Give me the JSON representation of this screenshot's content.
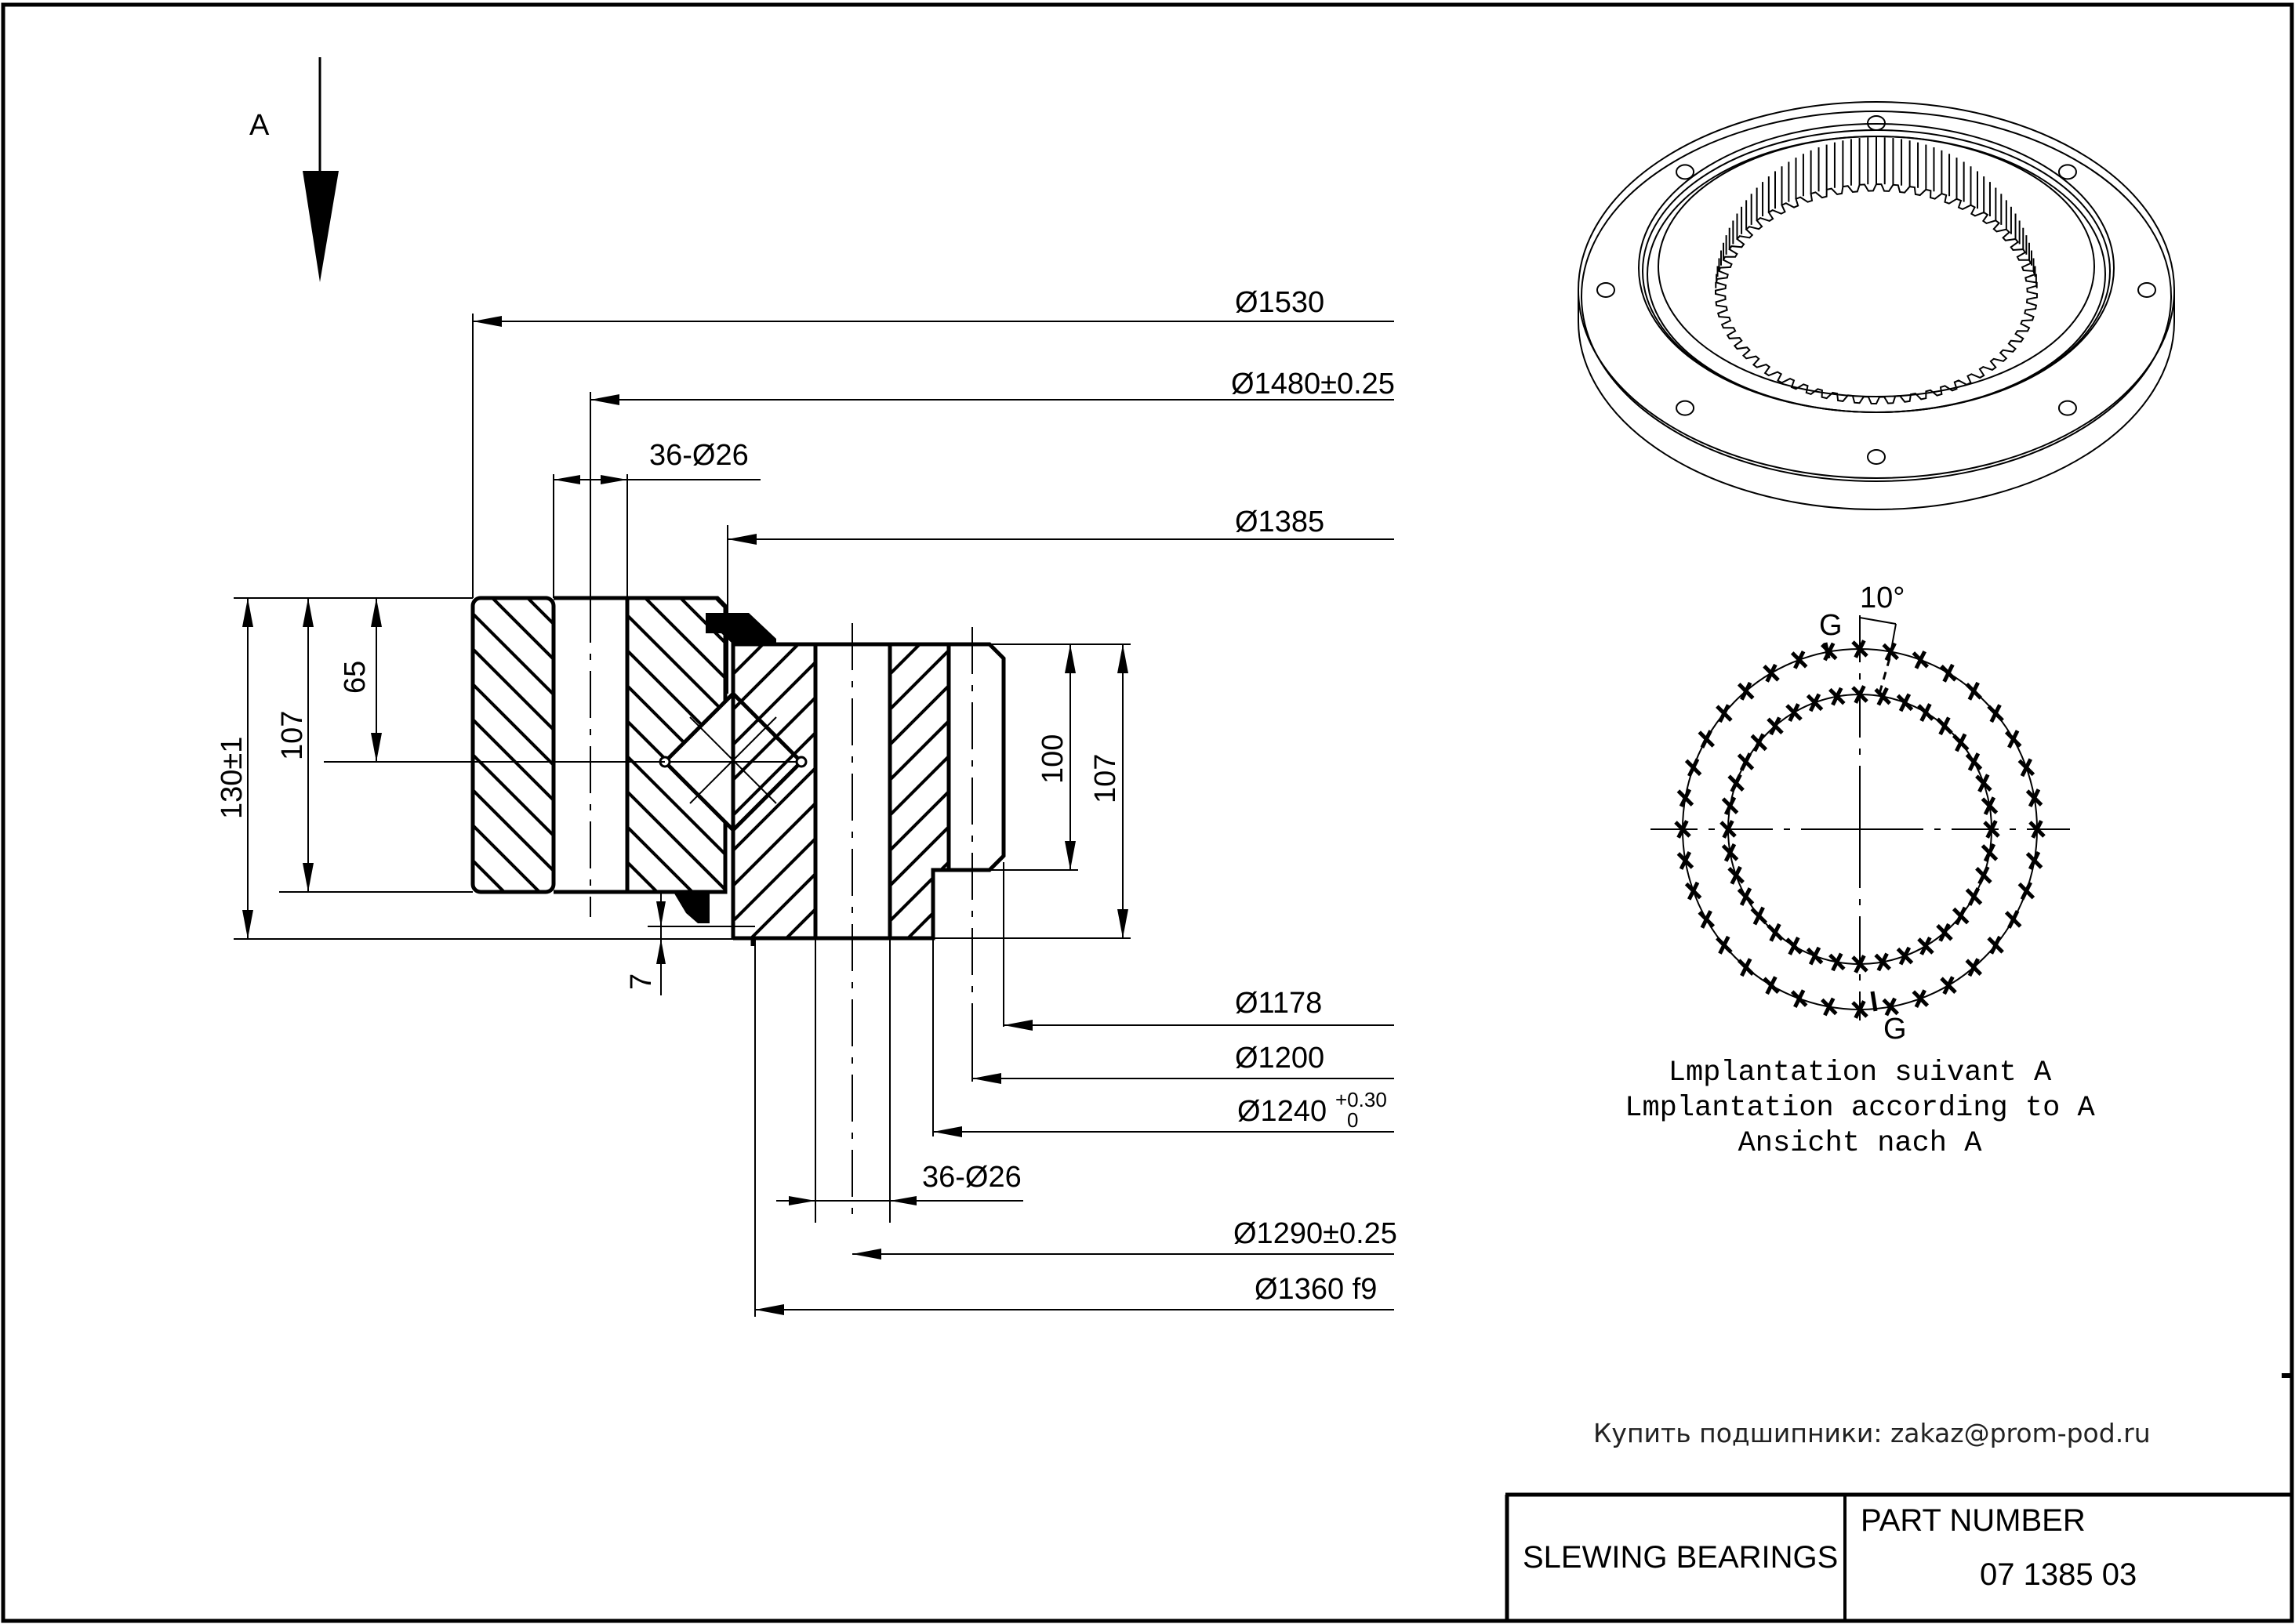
{
  "view_label": "A",
  "dimensions": {
    "top": [
      {
        "id": "d1530",
        "text": "Ø1530"
      },
      {
        "id": "d1480",
        "text": "Ø1480±0.25"
      },
      {
        "id": "holes_outer",
        "text": "36-Ø26"
      },
      {
        "id": "d1385",
        "text": "Ø1385"
      }
    ],
    "bottom": [
      {
        "id": "d1178",
        "text": "Ø1178"
      },
      {
        "id": "d1200",
        "text": "Ø1200"
      },
      {
        "id": "d1240",
        "text": "Ø1240",
        "tol_upper": "+0.30",
        "tol_lower": "0"
      },
      {
        "id": "holes_inner",
        "text": "36-Ø26"
      },
      {
        "id": "d1290",
        "text": "Ø1290±0.25"
      },
      {
        "id": "d1360",
        "text": "Ø1360 f9"
      }
    ],
    "vertical_left": [
      {
        "id": "h130",
        "text": "130±1"
      },
      {
        "id": "h107",
        "text": "107"
      },
      {
        "id": "h65",
        "text": "65"
      }
    ],
    "vertical_right": [
      {
        "id": "h100",
        "text": "100"
      },
      {
        "id": "h107r",
        "text": "107"
      }
    ],
    "gap": "7"
  },
  "hole_pattern": {
    "angle_label": "10°",
    "gap_marker_top": "G",
    "gap_marker_bottom": "G",
    "outer_holes": 36,
    "inner_holes": 36,
    "caption": [
      "Lmplantation suivant A",
      "Lmplantation according to A",
      "Ansicht nach A"
    ]
  },
  "purchase_note": "Купить подшипники: zakaz@prom-pod.ru",
  "title_block": {
    "product": "SLEWING BEARINGS",
    "part_number_label": "PART  NUMBER",
    "part_number": "07 1385 03"
  }
}
